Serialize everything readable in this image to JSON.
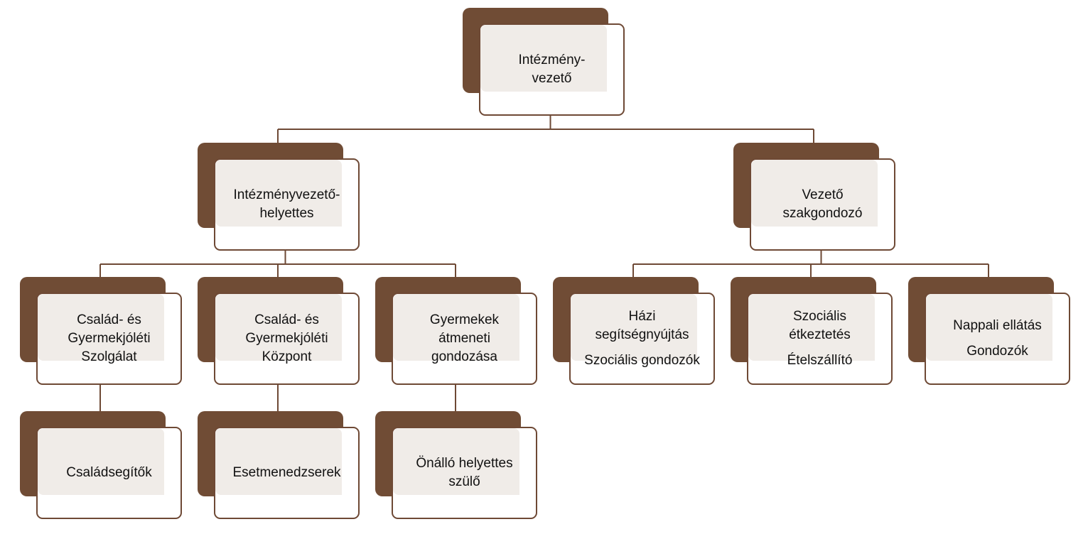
{
  "diagram": {
    "type": "org-chart",
    "colors": {
      "shadow": "#704c35",
      "border": "#6e4935",
      "fill": "#f0ece8",
      "card": "#ffffff",
      "connector": "#6e4935",
      "text": "#111111"
    },
    "nodes": [
      {
        "id": "intezmenyvezeto",
        "lines": [
          "Intézmény-",
          "vezető"
        ]
      },
      {
        "id": "helyettes",
        "parent": "intezmenyvezeto",
        "lines": [
          "Intézményvezető-",
          "helyettes"
        ]
      },
      {
        "id": "vezeto-szakgondozo",
        "parent": "intezmenyvezeto",
        "lines": [
          "Vezető",
          "szakgondozó"
        ]
      },
      {
        "id": "csgy-szolgalat",
        "parent": "helyettes",
        "lines": [
          "Család- és",
          "Gyermekjóléti",
          "Szolgálat"
        ]
      },
      {
        "id": "csgy-kozpont",
        "parent": "helyettes",
        "lines": [
          "Család- és",
          "Gyermekjóléti",
          "Központ"
        ]
      },
      {
        "id": "atmeneti",
        "parent": "helyettes",
        "lines": [
          "Gyermekek",
          "átmeneti",
          "gondozása"
        ]
      },
      {
        "id": "hazi",
        "parent": "vezeto-szakgondozo",
        "lines": [
          "Házi",
          "segítségnyújtás"
        ],
        "extra": "Szociális gondozók"
      },
      {
        "id": "etkeztetes",
        "parent": "vezeto-szakgondozo",
        "lines": [
          "Szociális",
          "étkeztetés"
        ],
        "extra": "Ételszállító"
      },
      {
        "id": "nappali",
        "parent": "vezeto-szakgondozo",
        "lines": [
          "Nappali ellátás"
        ],
        "extra": "Gondozók"
      },
      {
        "id": "csaladsegitok",
        "parent": "csgy-szolgalat",
        "lines": [
          "Családsegítők"
        ]
      },
      {
        "id": "esetmenedzserek",
        "parent": "csgy-kozpont",
        "lines": [
          "Esetmenedzserek"
        ]
      },
      {
        "id": "helyettes-szulo",
        "parent": "atmeneti",
        "lines": [
          "Önálló helyettes",
          "szülő"
        ]
      }
    ]
  }
}
